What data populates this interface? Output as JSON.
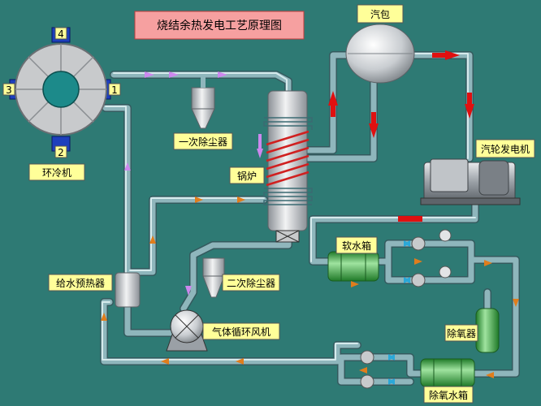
{
  "title": "烧结余热发电工艺原理图",
  "cooler": {
    "label": "环冷机",
    "ports": [
      "1",
      "2",
      "3",
      "4"
    ]
  },
  "labels": {
    "steam_drum": "汽包",
    "primary_dust": "一次除尘器",
    "boiler": "锅炉",
    "turbine": "汽轮发电机",
    "soft_tank": "软水箱",
    "feed_preheater": "给水预热器",
    "secondary_dust": "二次除尘器",
    "circ_fan": "气体循环风机",
    "deaerator": "除氧器",
    "deaerated_tank": "除氧水箱"
  },
  "colors": {
    "background": "#2e7a74",
    "pipe": "#7fa6ac",
    "steam_arrow": "#e01010",
    "gas_arrow": "#cc88ee",
    "water_arrow": "#e07d1c",
    "label_bg": "#ffff99",
    "title_bg": "#f6a0a0",
    "tank_green": "#2fa33a"
  }
}
